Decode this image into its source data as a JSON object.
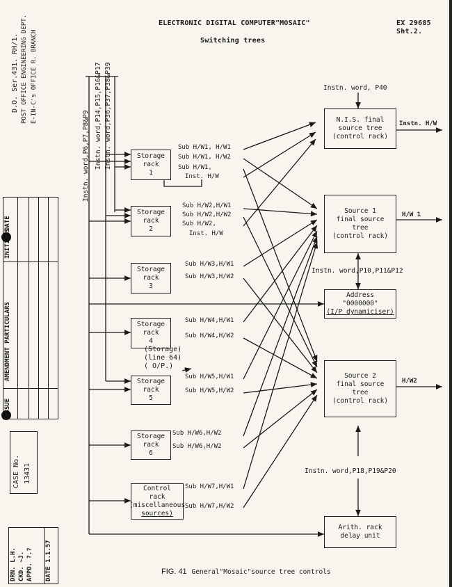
{
  "header": {
    "title": "ELECTRONIC DIGITAL COMPUTER\"MOSAIC\"",
    "subtitle": "Switching trees",
    "ref_number": "EX 29685",
    "sheet": "Sht.2."
  },
  "margin": {
    "line1": "D.O. Ser.431. RH/1.",
    "line2": "POST OFFICE ENGINEERING DEPT.",
    "line3": "E-IN-C's OFFICE R. BRANCH",
    "col_initials": "INITIALS",
    "col_date": "DATE",
    "col_amendment": "AMENDMENT PARTICULARS",
    "col_issue": "ISSUE",
    "case_label": "CASE No.",
    "case_number": "13431",
    "drn": "DRN. L.H.",
    "ckd": "CKD. ~J.",
    "appd": "APPD. ?.?",
    "date": "DATE 1.1.57"
  },
  "instruction_words": {
    "iw1": "Instn. word,P6,P7,P8&P9",
    "iw2": "Instn. word,P14,P15,P16&P17",
    "iw3": "Instn. word,P36,P37,P38&P39",
    "nis_in": "Instn. word, P40",
    "addr_in": "Instn. word,P10,P11&P12",
    "arith_in": "Instn. word,P18,P19&P20"
  },
  "storage_racks": [
    {
      "l1": "Storage",
      "l2": "rack",
      "l3": "1"
    },
    {
      "l1": "Storage",
      "l2": "rack",
      "l3": "2"
    },
    {
      "l1": "Storage",
      "l2": "rack",
      "l3": "3"
    },
    {
      "l1": "Storage",
      "l2": "rack",
      "l3": "4"
    },
    {
      "l1": "Storage",
      "l2": "rack",
      "l3": "5"
    },
    {
      "l1": "Storage",
      "l2": "rack",
      "l3": "6"
    }
  ],
  "control_rack": {
    "l1": "Control",
    "l2": "rack",
    "l3": "(miscellaneous",
    "l4": "sources)"
  },
  "storage_note": {
    "l1": "(Storage)",
    "l2": "(line 64)",
    "l3": "( O/P.)"
  },
  "outputs": {
    "r1a": "Sub H/W1, H/W1",
    "r1b": "Sub H/W1, H/W2",
    "r1c": "Sub H/W1,",
    "r1d": "Inst. H/W",
    "r2a": "Sub H/W2,H/W1",
    "r2b": "Sub H/W2,H/W2",
    "r2c": "Sub H/W2,",
    "r2d": "Inst. H/W",
    "r3a": "Sub H/W3,H/W1",
    "r3b": "Sub H/W3,H/W2",
    "r4a": "Sub H/W4,H/W1",
    "r4b": "Sub H/W4,H/W2",
    "r5a": "Sub H/W5,H/W1",
    "r5b": "Sub H/W5,H/W2",
    "r6a": "Sub H/W6,H/W2",
    "r6b": "Sub H/W6,H/W2",
    "r7a": "Sub H/W7,H/W1",
    "r7b": "Sub H/W7,H/W2"
  },
  "targets": {
    "nis": {
      "l1": "N.I.S. final",
      "l2": "source tree",
      "l3": "(control rack)",
      "out": "Instn. H/W"
    },
    "src1": {
      "l1": "Source 1",
      "l2": "final source",
      "l3": "tree",
      "l4": "(control rack)",
      "out": "H/W 1"
    },
    "addr": {
      "l1": "Address",
      "l2": "\"0000000\"",
      "l3": "(I/P dynamiciser)"
    },
    "src2": {
      "l1": "Source 2",
      "l2": "final source",
      "l3": "tree",
      "l4": "(control rack)",
      "out": "H/W2"
    },
    "arith": {
      "l1": "Arith. rack",
      "l2": "delay unit"
    }
  },
  "caption": {
    "fig": "FIG. 41",
    "text": "General\"Mosaic\"source tree controls"
  }
}
